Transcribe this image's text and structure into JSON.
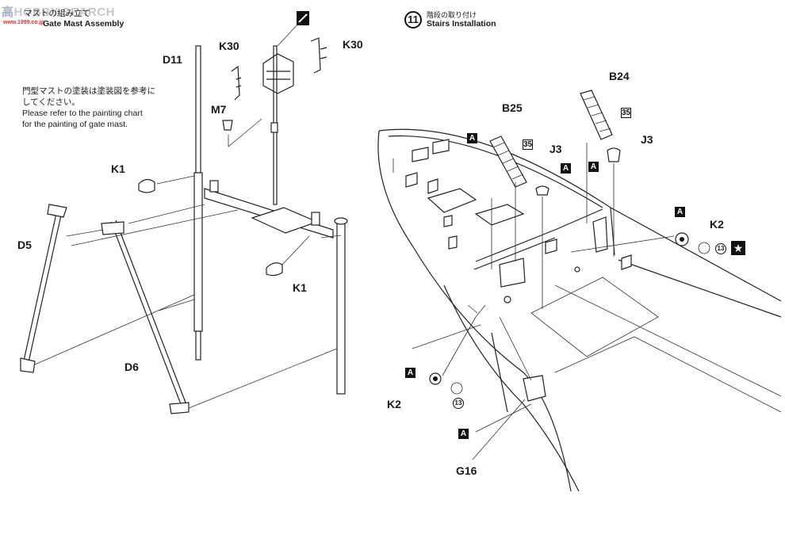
{
  "watermark": {
    "logo_cn": "高",
    "logo_text": "HOBBY SEARCH",
    "logo_sub": "www.1999.co.jp"
  },
  "left_step": {
    "title_jp": "マストの組み立て",
    "title_en": "Gate Mast Assembly",
    "note_jp_1": "門型マストの塗装は塗装図を参考に",
    "note_jp_2": "してください。",
    "note_en_1": "Please refer to the painting chart",
    "note_en_2": "for the painting of gate mast."
  },
  "right_step": {
    "number": "11",
    "title_jp": "階段の取り付け",
    "title_en": "Stairs Installation"
  },
  "part_labels": {
    "d11": "D11",
    "k30_left": "K30",
    "k30_right": "K30",
    "m7": "M7",
    "k1_top": "K1",
    "k1_bottom": "K1",
    "d5": "D5",
    "d6": "D6",
    "b24": "B24",
    "b25": "B25",
    "j3_left": "J3",
    "j3_right": "J3",
    "k2_right": "K2",
    "k2_left": "K2",
    "g16": "G16"
  },
  "markers": {
    "paint_a": "A",
    "color_35": "35",
    "color_13": "13",
    "star": "★"
  }
}
